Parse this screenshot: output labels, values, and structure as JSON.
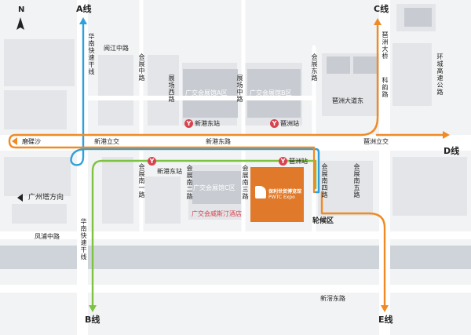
{
  "lines": {
    "a": "A线",
    "b": "B线",
    "c": "C线",
    "d": "D线",
    "e": "E线",
    "colors": {
      "a": "#2fa0db",
      "b": "#7ec241",
      "c": "#f08a24",
      "d": "#f08a24",
      "e": "#f08a24"
    }
  },
  "compass": {
    "label": "N"
  },
  "roads": {
    "huanan_north": "华南快速干线",
    "huanan_south": "华南快速干线",
    "yuejiang": "阅江中路",
    "huizhan_zhong": "会展中路",
    "huizhan_xi": "展场西路",
    "zhanchang_zhong": "展场中路",
    "huizhan_dong": "会展东路",
    "pazhou_daqiao": "琶洲大桥",
    "keyun": "科韵路",
    "huancheng": "环城高速公路",
    "mogangsha": "磨碟沙",
    "xingang_lijiao": "新港立交",
    "xingang_east": "新港东路",
    "pazhou_lijiao": "琶洲立交",
    "huizhan_nan1": "会展南一路",
    "huizhan_nan2": "会展南二路",
    "huizhan_nan3": "会展南三路",
    "huizhan_nan4": "会展南四路",
    "huizhan_nan5": "会展南五路",
    "guangzhou_tower": "广州塔方向",
    "fengpu": "凤浦中路",
    "xinxi": "新滘东路",
    "pazhou_dadao": "琶洲大道东"
  },
  "stations": {
    "xingang_east": "新港东站",
    "pazhou": "琶洲站",
    "metro_icon": "Y"
  },
  "venues": {
    "hall_a": "广交会展馆A区",
    "hall_b": "广交会展馆B区",
    "hall_c": "广交会展馆C区",
    "hotel": "广交会威斯汀酒店",
    "district": "轮候区",
    "expo_cn": "保利世贸博览馆",
    "expo_en": "PWTC Expo"
  }
}
